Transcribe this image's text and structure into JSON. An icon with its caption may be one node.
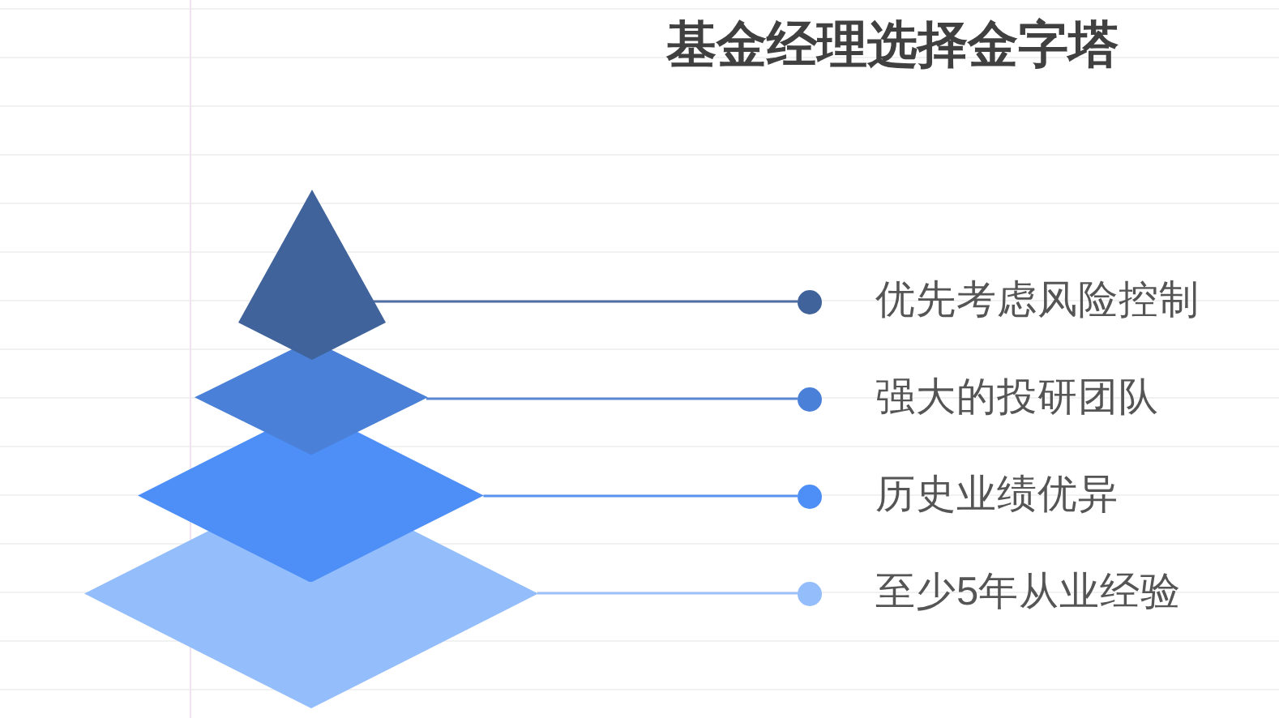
{
  "diagram": {
    "title": "基金经理选择金字塔",
    "nodes": [
      {
        "text": [],
        "shape": "pyramid"
      },
      {
        "text": [],
        "shape": "diamond"
      },
      {
        "text": [],
        "shape": "diamond"
      },
      {
        "text": [],
        "shape": "diamond"
      },
      {
        "text": [],
        "shape": "circle",
        "beside": [
          "优先考虑风险控制"
        ]
      },
      {
        "text": [],
        "shape": "circle",
        "beside": [
          "强大的投研团队"
        ]
      },
      {
        "text": [],
        "shape": "circle",
        "beside": [
          "历史业绩优异"
        ]
      },
      {
        "text": [],
        "shape": "circle",
        "beside": [
          "至少5年从业经验"
        ]
      }
    ],
    "edges": [
      {
        "from": 0,
        "to": 4,
        "arrow": "none",
        "color": "#4f6fa3"
      },
      {
        "from": 1,
        "to": 5,
        "arrow": "none",
        "color": "#5a88d6"
      },
      {
        "from": 2,
        "to": 6,
        "arrow": "none",
        "color": "#5b93f0"
      },
      {
        "from": 3,
        "to": 7,
        "arrow": "none",
        "color": "#9cc0f8"
      }
    ]
  }
}
